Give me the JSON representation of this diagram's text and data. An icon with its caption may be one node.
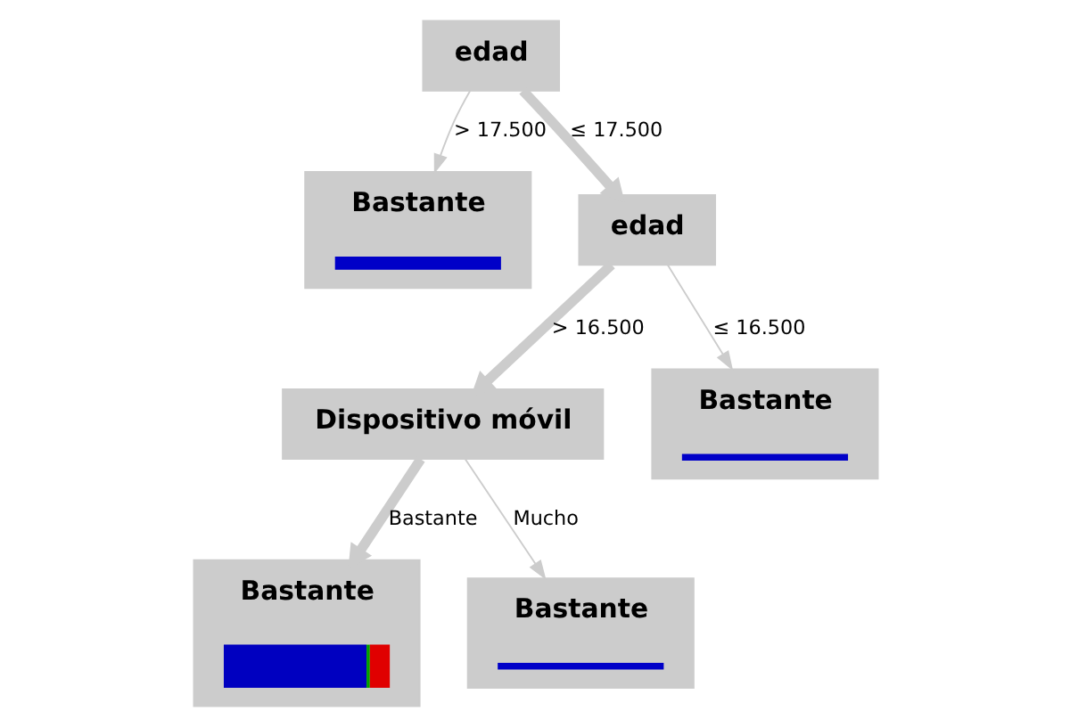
{
  "diagram": {
    "nodes": [
      {
        "text": [
          "edad"
        ]
      },
      {
        "text": [
          "Bastante"
        ]
      },
      {
        "text": [
          "edad"
        ]
      },
      {
        "text": [
          "Dispositivo móvil"
        ]
      },
      {
        "text": [
          "Bastante"
        ]
      },
      {
        "text": [
          "Bastante"
        ]
      },
      {
        "text": [
          "Bastante"
        ]
      }
    ],
    "edges": [
      {
        "from": 0,
        "to": 1,
        "arrow": "to",
        "label": "> 17.500"
      },
      {
        "from": 0,
        "to": 2,
        "arrow": "to",
        "label": "≤ 17.500",
        "style": "thick"
      },
      {
        "from": 2,
        "to": 3,
        "arrow": "to",
        "label": "> 16.500",
        "style": "thick"
      },
      {
        "from": 2,
        "to": 4,
        "arrow": "to",
        "label": "≤ 16.500"
      },
      {
        "from": 3,
        "to": 5,
        "arrow": "to",
        "label": "Bastante",
        "style": "thick"
      },
      {
        "from": 3,
        "to": 6,
        "arrow": "to",
        "label": "Mucho"
      }
    ]
  }
}
